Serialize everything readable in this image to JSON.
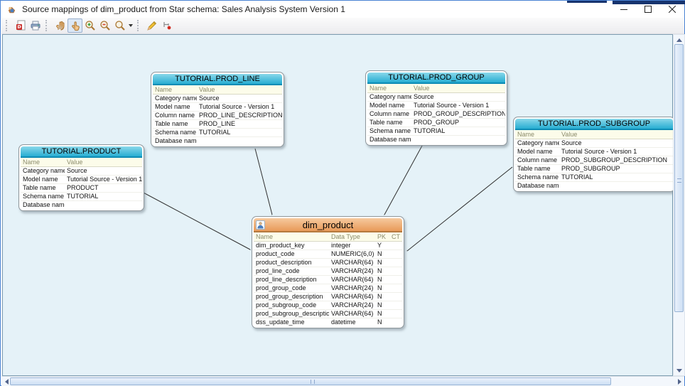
{
  "window": {
    "title": "Source mappings of dim_product from Star schema: Sales Analysis System Version 1"
  },
  "toolbar": {
    "buttons": [
      "export-pdf",
      "print",
      "pan-hand",
      "select-pointer",
      "zoom-in",
      "zoom-out",
      "zoom",
      "zoom-dropdown",
      "edit-pencil",
      "mapping-layout"
    ],
    "active_button": "select-pointer"
  },
  "diagram": {
    "source_tables": [
      {
        "title": "TUTORIAL.PRODUCT",
        "columns": [
          "Name",
          "Value"
        ],
        "rows": [
          [
            "Category name",
            "Source"
          ],
          [
            "Model name",
            "Tutorial Source - Version 1"
          ],
          [
            "Table name",
            "PRODUCT"
          ],
          [
            "Schema name",
            "TUTORIAL"
          ],
          [
            "Database name",
            ""
          ]
        ]
      },
      {
        "title": "TUTORIAL.PROD_LINE",
        "columns": [
          "Name",
          "Value"
        ],
        "rows": [
          [
            "Category name",
            "Source"
          ],
          [
            "Model name",
            "Tutorial Source - Version 1"
          ],
          [
            "Column name",
            "PROD_LINE_DESCRIPTION"
          ],
          [
            "Table name",
            "PROD_LINE"
          ],
          [
            "Schema name",
            "TUTORIAL"
          ],
          [
            "Database name",
            ""
          ]
        ]
      },
      {
        "title": "TUTORIAL.PROD_GROUP",
        "columns": [
          "Name",
          "Value"
        ],
        "rows": [
          [
            "Category name",
            "Source"
          ],
          [
            "Model name",
            "Tutorial Source - Version 1"
          ],
          [
            "Column name",
            "PROD_GROUP_DESCRIPTION"
          ],
          [
            "Table name",
            "PROD_GROUP"
          ],
          [
            "Schema name",
            "TUTORIAL"
          ],
          [
            "Database name",
            ""
          ]
        ]
      },
      {
        "title": "TUTORIAL.PROD_SUBGROUP",
        "columns": [
          "Name",
          "Value"
        ],
        "rows": [
          [
            "Category name",
            "Source"
          ],
          [
            "Model name",
            "Tutorial Source - Version 1"
          ],
          [
            "Column name",
            "PROD_SUBGROUP_DESCRIPTION"
          ],
          [
            "Table name",
            "PROD_SUBGROUP"
          ],
          [
            "Schema name",
            "TUTORIAL"
          ],
          [
            "Database name",
            ""
          ]
        ]
      }
    ],
    "target_table": {
      "title": "dim_product",
      "columns": [
        "Name",
        "Data Type",
        "PK",
        "CT"
      ],
      "rows": [
        [
          "dim_product_key",
          "integer",
          "Y",
          ""
        ],
        [
          "product_code",
          "NUMERIC(6,0)",
          "N",
          ""
        ],
        [
          "product_description",
          "VARCHAR(64)",
          "N",
          ""
        ],
        [
          "prod_line_code",
          "VARCHAR(24)",
          "N",
          ""
        ],
        [
          "prod_line_description",
          "VARCHAR(64)",
          "N",
          ""
        ],
        [
          "prod_group_code",
          "VARCHAR(24)",
          "N",
          ""
        ],
        [
          "prod_group_description",
          "VARCHAR(64)",
          "N",
          ""
        ],
        [
          "prod_subgroup_code",
          "VARCHAR(24)",
          "N",
          ""
        ],
        [
          "prod_subgroup_description",
          "VARCHAR(64)",
          "N",
          ""
        ],
        [
          "dss_update_time",
          "datetime",
          "N",
          ""
        ]
      ]
    },
    "mappings": [
      {
        "from": "TUTORIAL.PRODUCT",
        "to": "dim_product"
      },
      {
        "from": "TUTORIAL.PROD_LINE",
        "to": "dim_product"
      },
      {
        "from": "TUTORIAL.PROD_GROUP",
        "to": "dim_product"
      },
      {
        "from": "TUTORIAL.PROD_SUBGROUP",
        "to": "dim_product"
      }
    ]
  },
  "colors": {
    "canvas_bg": "#e5f2f8",
    "source_header": "#29aed3",
    "target_header": "#e89a59",
    "arrow": "#2f2f2f"
  }
}
